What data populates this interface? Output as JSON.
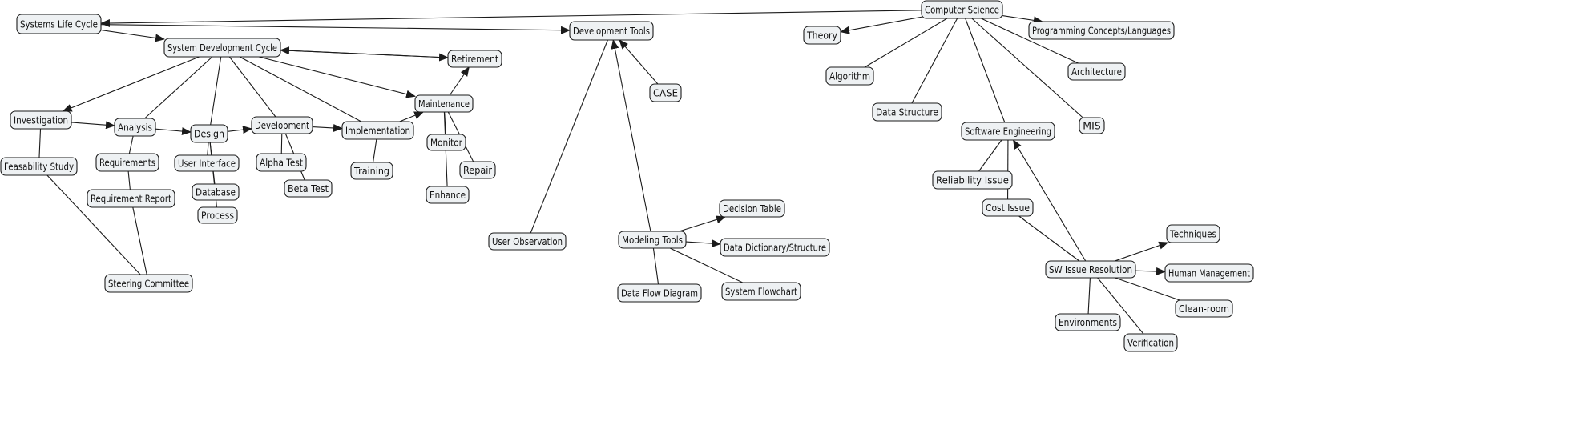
{
  "diagram": {
    "type": "concept-map",
    "colors": {
      "node_fill": "#eef1f3",
      "node_border": "#1b1b1b",
      "line": "#1b1b1b",
      "background": "#ffffff"
    },
    "nodes": [
      {
        "id": "slc",
        "label": "Systems Life Cycle"
      },
      {
        "id": "sdc",
        "label": "System Development Cycle"
      },
      {
        "id": "ret",
        "label": "Retirement"
      },
      {
        "id": "dt",
        "label": "Development Tools"
      },
      {
        "id": "cs",
        "label": "Computer Science"
      },
      {
        "id": "theory",
        "label": "Theory"
      },
      {
        "id": "pcl",
        "label": "Programming Concepts/Languages"
      },
      {
        "id": "algo",
        "label": "Algorithm"
      },
      {
        "id": "arch",
        "label": "Architecture"
      },
      {
        "id": "case",
        "label": "CASE"
      },
      {
        "id": "maint",
        "label": "Maintenance"
      },
      {
        "id": "ds",
        "label": "Data Structure"
      },
      {
        "id": "mis",
        "label": "MIS"
      },
      {
        "id": "inv",
        "label": "Investigation"
      },
      {
        "id": "anal",
        "label": "Analysis"
      },
      {
        "id": "devt",
        "label": "Development"
      },
      {
        "id": "design",
        "label": "Design"
      },
      {
        "id": "impl",
        "label": "Implementation"
      },
      {
        "id": "se",
        "label": "Software Engineering"
      },
      {
        "id": "mon",
        "label": "Monitor"
      },
      {
        "id": "feas",
        "label": "Feasability Study"
      },
      {
        "id": "req",
        "label": "Requirements"
      },
      {
        "id": "ui",
        "label": "User Interface"
      },
      {
        "id": "alpha",
        "label": "Alpha Test"
      },
      {
        "id": "repair",
        "label": "Repair"
      },
      {
        "id": "train",
        "label": "Training"
      },
      {
        "id": "rel",
        "label": "Reliability Issue"
      },
      {
        "id": "db",
        "label": "Database"
      },
      {
        "id": "beta",
        "label": "Beta Test"
      },
      {
        "id": "enh",
        "label": "Enhance"
      },
      {
        "id": "rr",
        "label": "Requirement Report"
      },
      {
        "id": "cost",
        "label": "Cost Issue"
      },
      {
        "id": "dtab",
        "label": "Decision Table"
      },
      {
        "id": "proc",
        "label": "Process"
      },
      {
        "id": "tech",
        "label": "Techniques"
      },
      {
        "id": "uo",
        "label": "User Observation"
      },
      {
        "id": "mt",
        "label": "Modeling Tools"
      },
      {
        "id": "dd",
        "label": "Data Dictionary/Structure"
      },
      {
        "id": "swir",
        "label": "SW Issue Resolution"
      },
      {
        "id": "hm",
        "label": "Human Management"
      },
      {
        "id": "sc",
        "label": "Steering Committee"
      },
      {
        "id": "sfc",
        "label": "System Flowchart"
      },
      {
        "id": "dfd",
        "label": "Data Flow Diagram"
      },
      {
        "id": "clean",
        "label": "Clean-room"
      },
      {
        "id": "env",
        "label": "Environments"
      },
      {
        "id": "ver",
        "label": "Verification"
      }
    ],
    "edges": [
      {
        "from": "cs",
        "to": "slc",
        "arrow": true
      },
      {
        "from": "slc",
        "to": "dt",
        "arrow": true
      },
      {
        "from": "slc",
        "to": "sdc",
        "arrow": true
      },
      {
        "from": "sdc",
        "to": "ret",
        "arrow": true
      },
      {
        "from": "ret",
        "to": "sdc",
        "arrow": true
      },
      {
        "from": "sdc",
        "to": "inv",
        "arrow": true
      },
      {
        "from": "sdc",
        "to": "anal",
        "arrow": false
      },
      {
        "from": "sdc",
        "to": "design",
        "arrow": false
      },
      {
        "from": "sdc",
        "to": "devt",
        "arrow": false
      },
      {
        "from": "sdc",
        "to": "impl",
        "arrow": false
      },
      {
        "from": "sdc",
        "to": "maint",
        "arrow": true
      },
      {
        "from": "inv",
        "to": "anal",
        "arrow": true
      },
      {
        "from": "anal",
        "to": "design",
        "arrow": true
      },
      {
        "from": "design",
        "to": "devt",
        "arrow": true
      },
      {
        "from": "devt",
        "to": "impl",
        "arrow": true
      },
      {
        "from": "impl",
        "to": "maint",
        "arrow": true
      },
      {
        "from": "maint",
        "to": "ret",
        "arrow": true
      },
      {
        "from": "inv",
        "to": "feas",
        "arrow": false
      },
      {
        "from": "feas",
        "to": "sc",
        "arrow": false
      },
      {
        "from": "anal",
        "to": "req",
        "arrow": false
      },
      {
        "from": "req",
        "to": "rr",
        "arrow": false
      },
      {
        "from": "rr",
        "to": "sc",
        "arrow": false
      },
      {
        "from": "design",
        "to": "ui",
        "arrow": false
      },
      {
        "from": "design",
        "to": "db",
        "arrow": false
      },
      {
        "from": "design",
        "to": "proc",
        "arrow": false
      },
      {
        "from": "devt",
        "to": "alpha",
        "arrow": false
      },
      {
        "from": "devt",
        "to": "beta",
        "arrow": false
      },
      {
        "from": "impl",
        "to": "train",
        "arrow": false
      },
      {
        "from": "maint",
        "to": "mon",
        "arrow": false
      },
      {
        "from": "maint",
        "to": "repair",
        "arrow": false
      },
      {
        "from": "maint",
        "to": "enh",
        "arrow": false
      },
      {
        "from": "dt",
        "to": "uo",
        "arrow": false
      },
      {
        "from": "case",
        "to": "dt",
        "arrow": true
      },
      {
        "from": "mt",
        "to": "dt",
        "arrow": true
      },
      {
        "from": "mt",
        "to": "dtab",
        "arrow": true
      },
      {
        "from": "mt",
        "to": "dd",
        "arrow": true
      },
      {
        "from": "mt",
        "to": "dfd",
        "arrow": false
      },
      {
        "from": "mt",
        "to": "sfc",
        "arrow": false
      },
      {
        "from": "cs",
        "to": "theory",
        "arrow": true
      },
      {
        "from": "cs",
        "to": "pcl",
        "arrow": true
      },
      {
        "from": "cs",
        "to": "algo",
        "arrow": false
      },
      {
        "from": "cs",
        "to": "ds",
        "arrow": false
      },
      {
        "from": "cs",
        "to": "se",
        "arrow": false
      },
      {
        "from": "cs",
        "to": "arch",
        "arrow": false
      },
      {
        "from": "cs",
        "to": "mis",
        "arrow": false
      },
      {
        "from": "se",
        "to": "rel",
        "arrow": false
      },
      {
        "from": "se",
        "to": "cost",
        "arrow": false
      },
      {
        "from": "swir",
        "to": "se",
        "arrow": true
      },
      {
        "from": "cost",
        "to": "swir",
        "arrow": false
      },
      {
        "from": "swir",
        "to": "tech",
        "arrow": true
      },
      {
        "from": "swir",
        "to": "hm",
        "arrow": true
      },
      {
        "from": "swir",
        "to": "clean",
        "arrow": false
      },
      {
        "from": "swir",
        "to": "env",
        "arrow": false
      },
      {
        "from": "swir",
        "to": "ver",
        "arrow": false
      }
    ]
  }
}
